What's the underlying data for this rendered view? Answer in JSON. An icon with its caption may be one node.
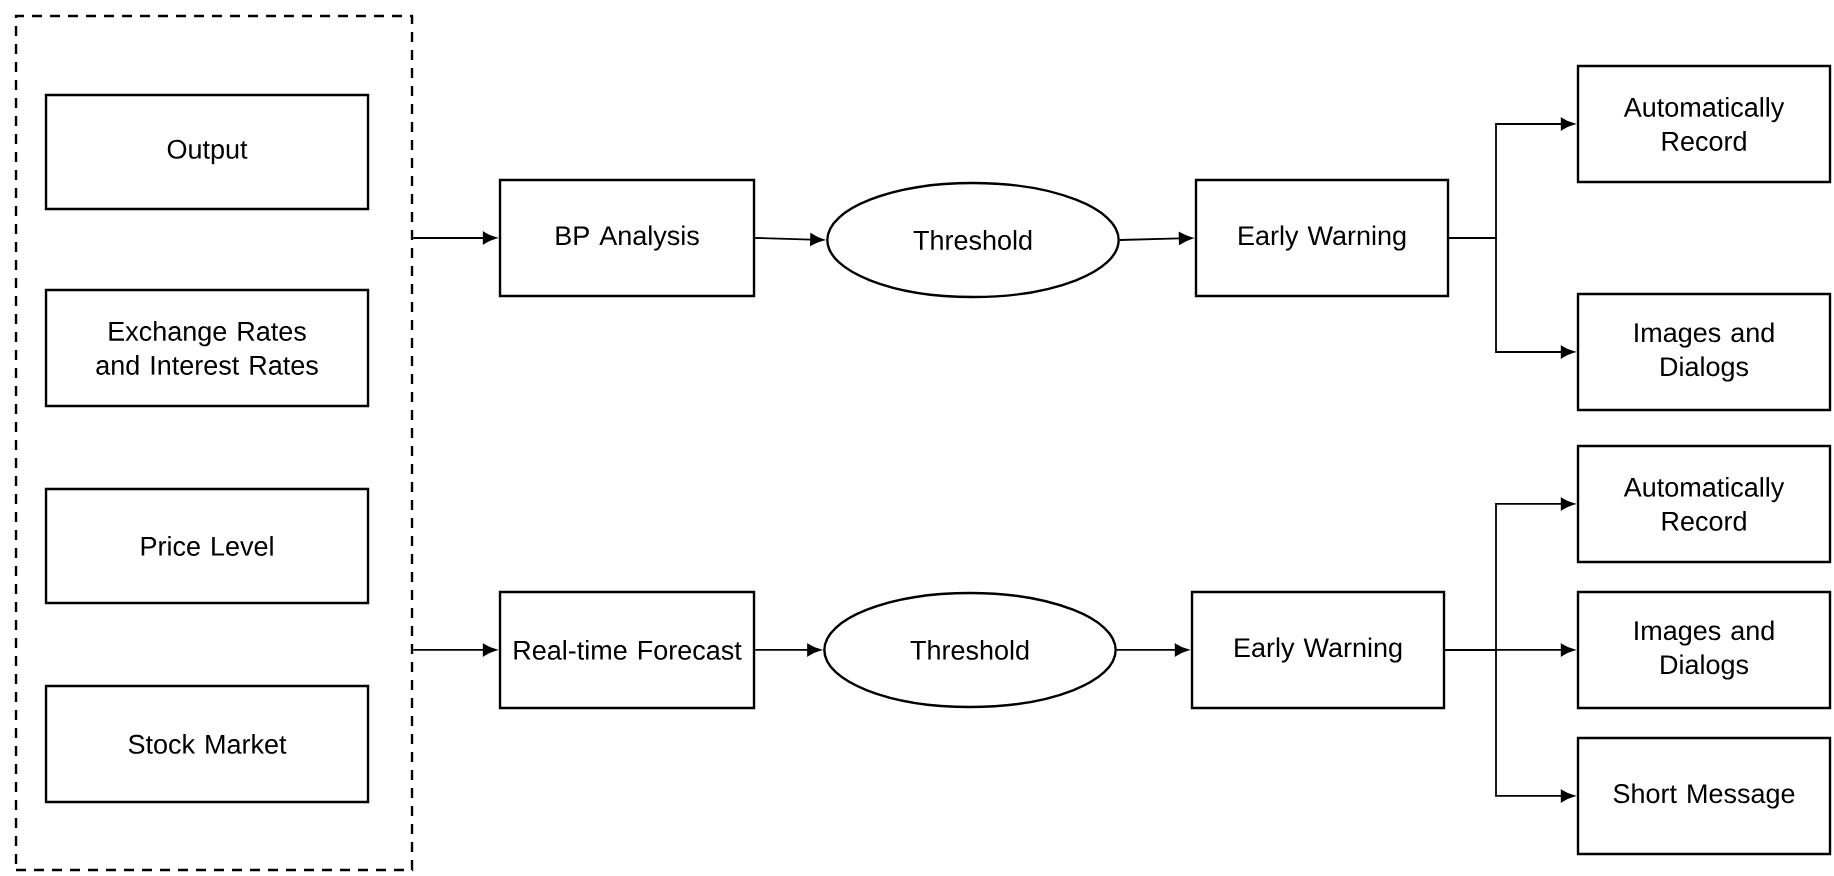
{
  "diagram": {
    "nodes": [
      {
        "text": [],
        "shape": "box"
      },
      {
        "text": [
          "Output"
        ],
        "in": 0
      },
      {
        "text": [
          "Exchange Rates and Interest Rates"
        ],
        "in": 0
      },
      {
        "text": [
          "Price Level"
        ],
        "in": 0
      },
      {
        "text": [
          "Stock Market"
        ],
        "in": 0
      },
      {
        "text": [
          "BP Analysis"
        ]
      },
      {
        "text": [
          "Threshold"
        ]
      },
      {
        "text": [
          "Early Warning"
        ]
      },
      {
        "text": [
          "Automatically Record"
        ]
      },
      {
        "text": [
          "Images and Dialogs"
        ]
      },
      {
        "text": [
          "Real-time Forecast"
        ]
      },
      {
        "text": [
          "Threshold"
        ]
      },
      {
        "text": [
          "Early Warning"
        ]
      },
      {
        "text": [
          "Automatically Record"
        ]
      },
      {
        "text": [
          "Images and Dialogs"
        ]
      },
      {
        "text": [
          "Short Message"
        ]
      }
    ],
    "edges": [
      {
        "from": 0,
        "to": 5,
        "arrow": "to"
      },
      {
        "from": 5,
        "to": 6,
        "arrow": "to"
      },
      {
        "from": 6,
        "to": 7,
        "arrow": "to"
      },
      {
        "from": 7,
        "to": 8,
        "arrow": "to"
      },
      {
        "from": 7,
        "to": 9,
        "arrow": "to"
      },
      {
        "from": 0,
        "to": 10,
        "arrow": "to"
      },
      {
        "from": 10,
        "to": 11,
        "arrow": "to"
      },
      {
        "from": 11,
        "to": 12,
        "arrow": "to"
      },
      {
        "from": 12,
        "to": 13,
        "arrow": "to"
      },
      {
        "from": 12,
        "to": 14,
        "arrow": "to"
      },
      {
        "from": 12,
        "to": 15,
        "arrow": "to"
      }
    ]
  }
}
